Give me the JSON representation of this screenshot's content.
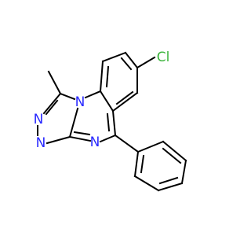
{
  "molecule": {
    "atoms": {
      "cl": {
        "symbol": "Cl",
        "color": "#3cb43c"
      },
      "n1": {
        "symbol": "N",
        "color": "#2a2aff"
      },
      "n2": {
        "symbol": "N",
        "color": "#2a2aff"
      },
      "n3": {
        "symbol": "N",
        "color": "#2a2aff"
      },
      "n4": {
        "symbol": "N",
        "color": "#2a2aff"
      }
    },
    "bond_color": "#000000",
    "background": "#ffffff"
  }
}
